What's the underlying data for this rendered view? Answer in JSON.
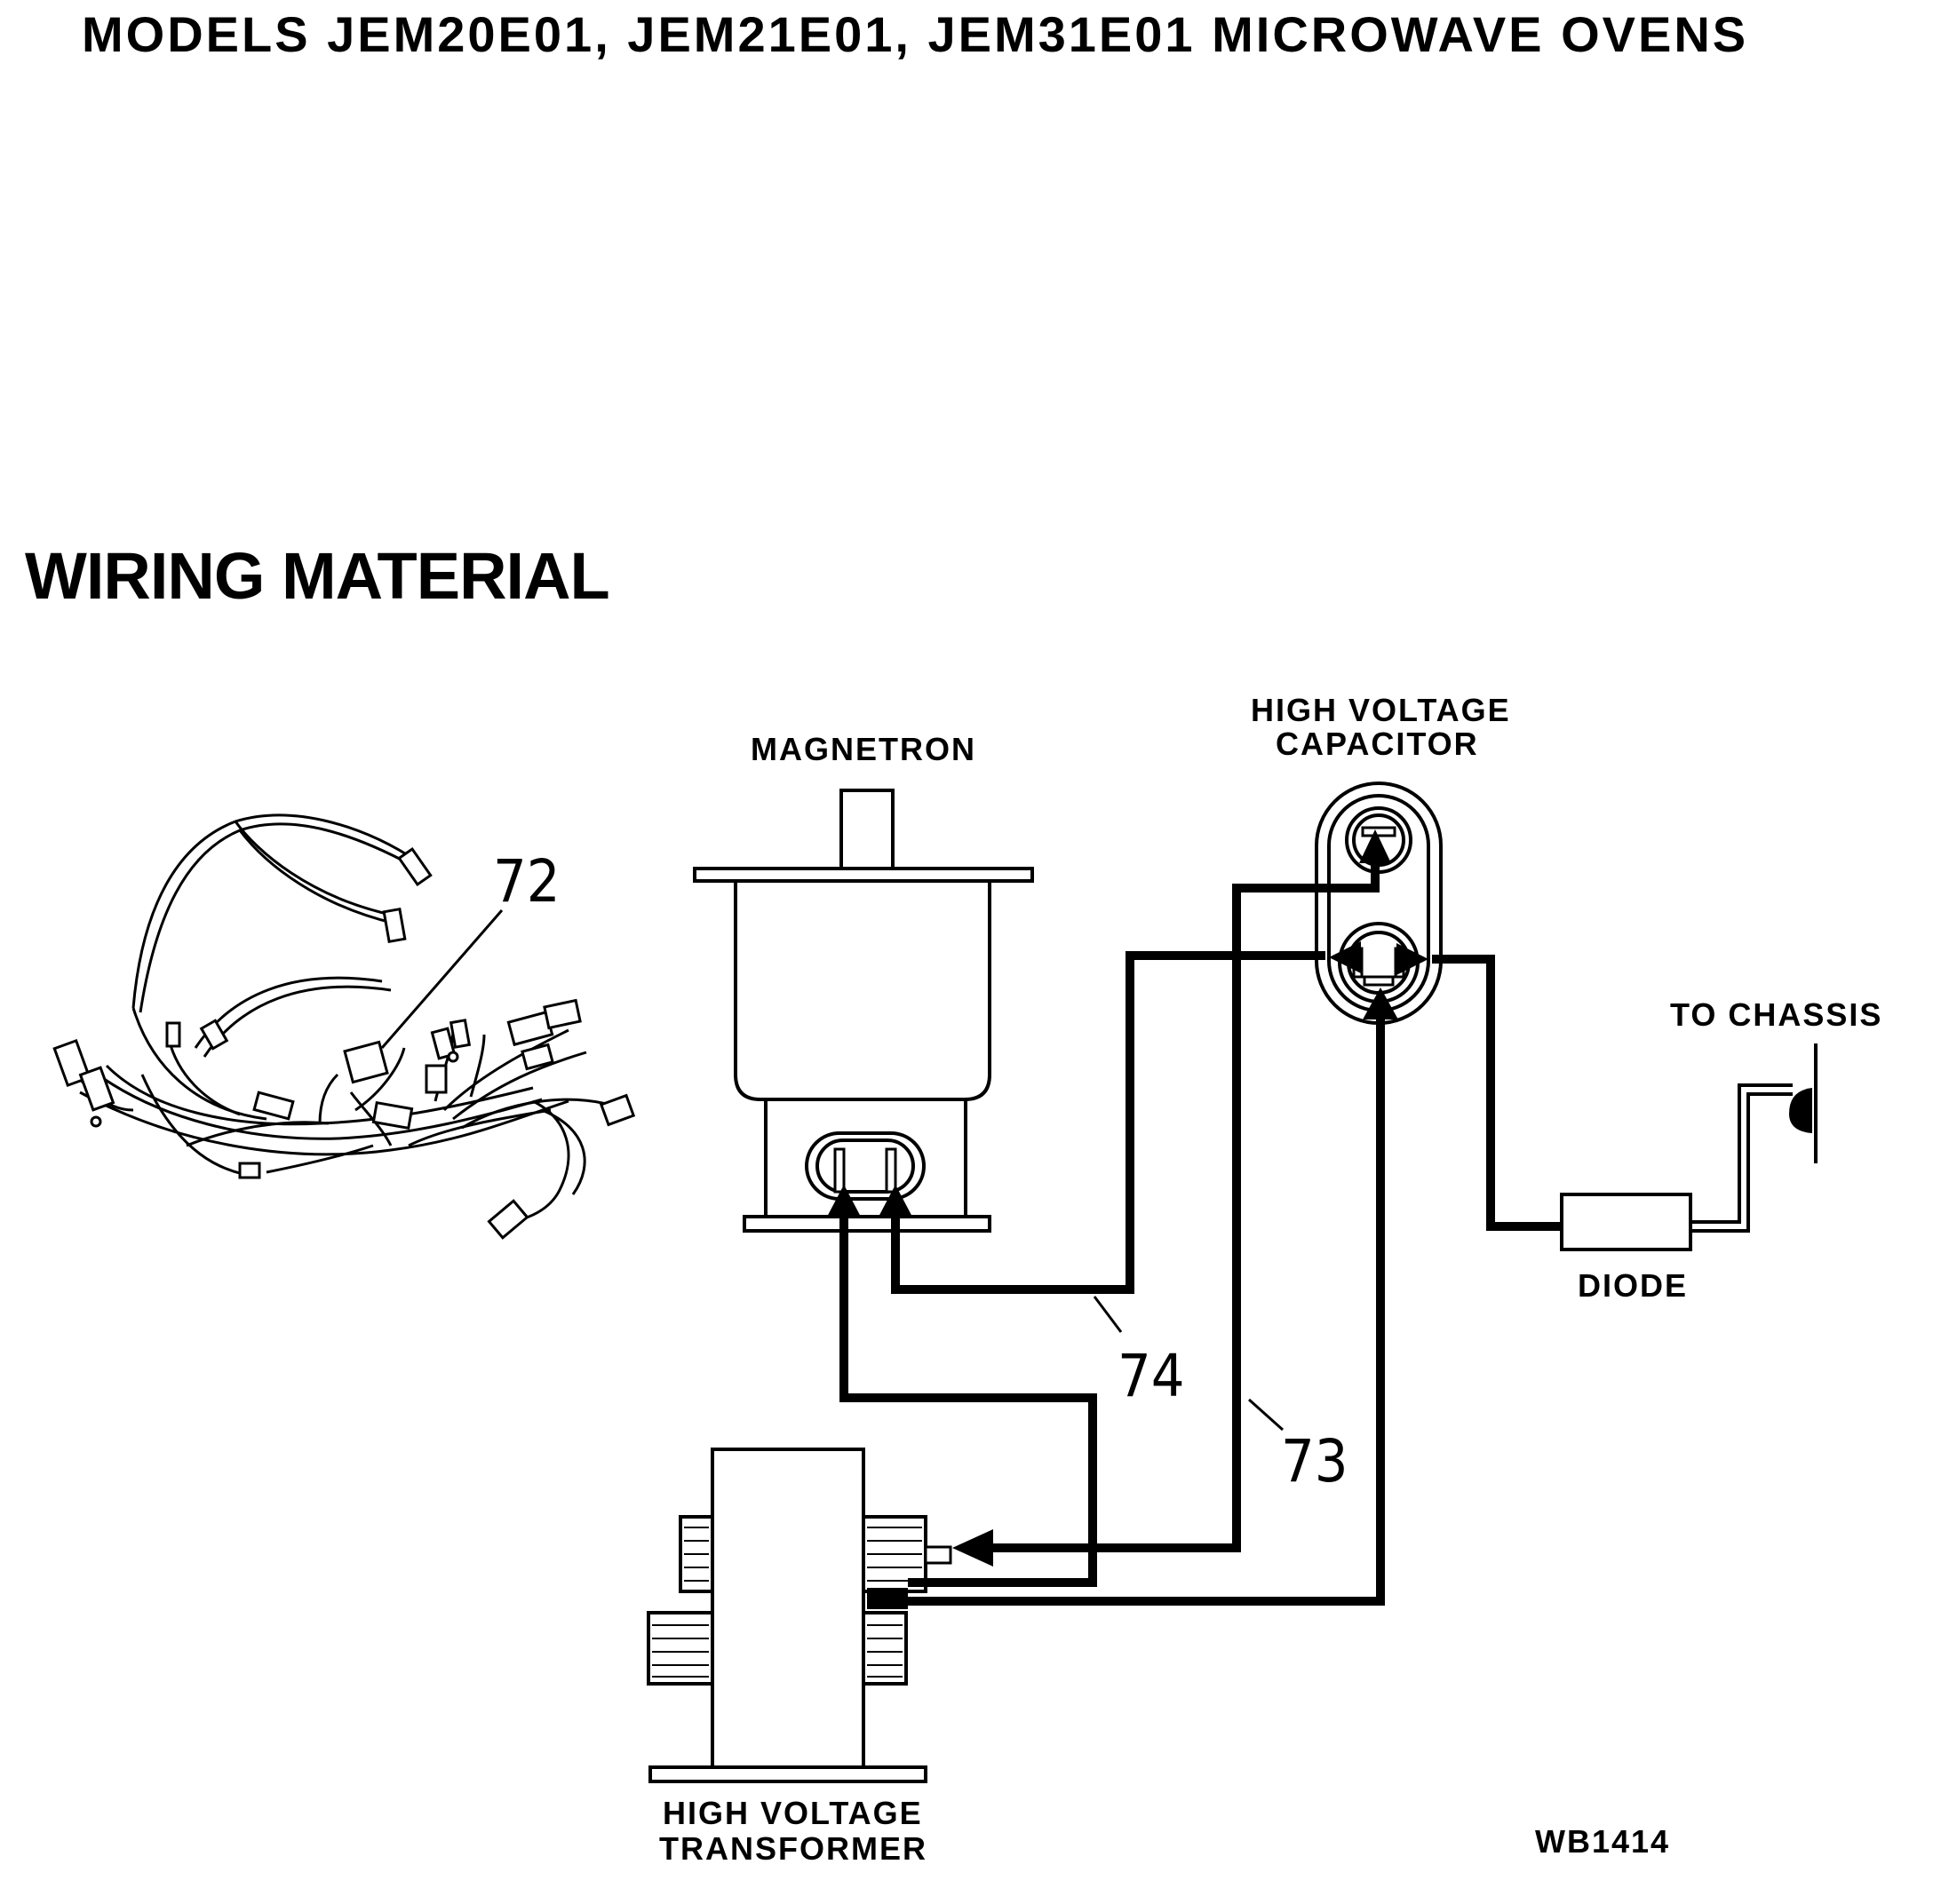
{
  "title": "MODELS JEM20E01, JEM21E01, JEM31E01 MICROWAVE OVENS",
  "section_title": "WIRING MATERIAL",
  "labels": {
    "magnetron": "MAGNETRON",
    "capacitor_line1": "HIGH VOLTAGE",
    "capacitor_line2": "CAPACITOR",
    "to_chassis": "TO CHASSIS",
    "diode": "DIODE",
    "transformer_line1": "HIGH VOLTAGE",
    "transformer_line2": "TRANSFORMER",
    "figure_code": "WB1414"
  },
  "callouts": {
    "harness": "72",
    "wire_73": "73",
    "wire_74": "74"
  }
}
